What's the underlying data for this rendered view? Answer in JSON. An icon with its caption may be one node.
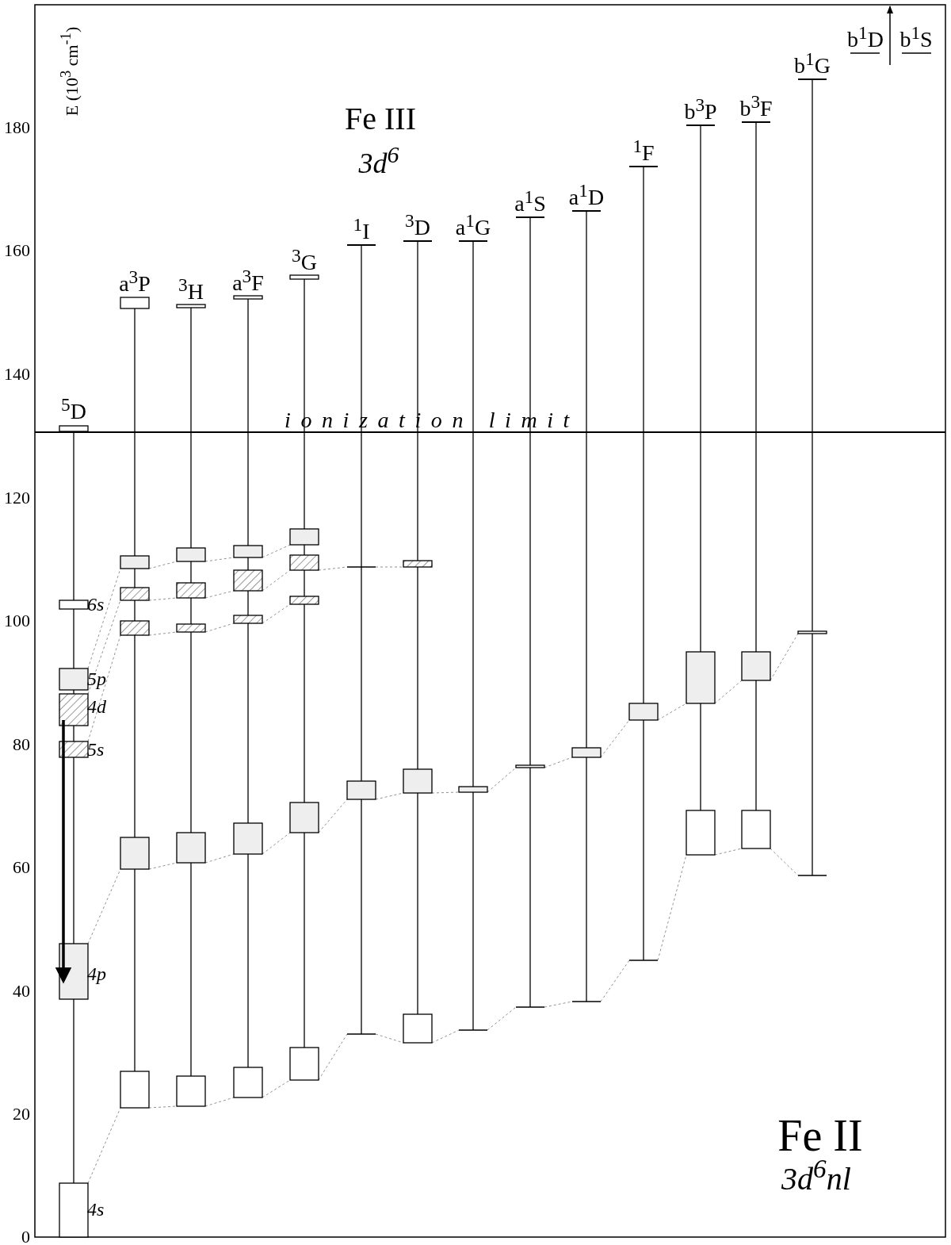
{
  "diagram": {
    "labels": [
      "E (10$^{3}$ cm$^{-1}$)",
      "Fe III",
      "3d$^{6}$",
      "$^{5}$D",
      "a$^{3}$P",
      "$^{3}$H",
      "a$^{3}$F",
      "$^{3}$G",
      "$^{1}$I",
      "$^{3}$D",
      "a$^{1}$G",
      "a$^{1}$S",
      "a$^{1}$D",
      "$^{1}$F",
      "b$^{3}$P",
      "b$^{3}$F",
      "b$^{1}$G",
      "b$^{1}$D",
      "b$^{1}$S",
      "ionization limit",
      "6s",
      "5p",
      "4d",
      "5s",
      "4p",
      "4s",
      "Fe II",
      "3d$^{6}$nl",
      "180",
      "160",
      "140",
      "120",
      "100",
      "80",
      "60",
      "40",
      "20",
      "0"
    ]
  }
}
